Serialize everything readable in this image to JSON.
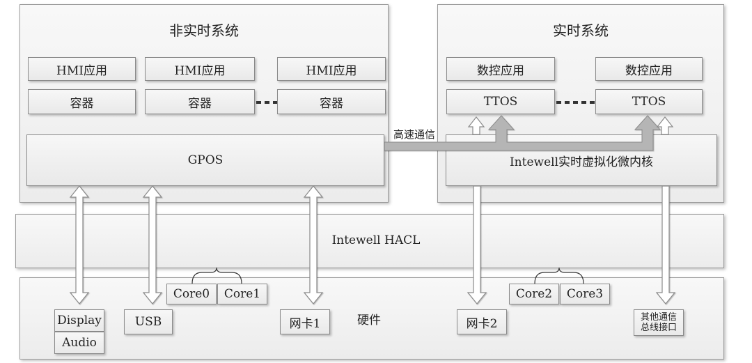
{
  "non_realtime": {
    "title": "非实时系统",
    "hmi": [
      "HMI应用",
      "HMI应用",
      "HMI应用"
    ],
    "containers": [
      "容器",
      "容器",
      "容器"
    ],
    "gpos": "GPOS"
  },
  "realtime": {
    "title": "实时系统",
    "apps": [
      "数控应用",
      "数控应用"
    ],
    "ttos": [
      "TTOS",
      "TTOS"
    ],
    "microkernel": "Intewell实时虚拟化微内核"
  },
  "link_label": "高速通信",
  "hacl": "Intewell HACL",
  "hardware": {
    "title": "硬件",
    "display": "Display",
    "audio": "Audio",
    "usb": "USB",
    "nic1": "网卡1",
    "nic2": "网卡2",
    "cores_left": [
      "Core0",
      "Core1"
    ],
    "cores_right": [
      "Core2",
      "Core3"
    ],
    "other_bus": [
      "其他通信",
      "总线接口"
    ]
  },
  "colors": {
    "arrow_fill": "#b5b5b5",
    "arrow_hollow": "#ffffff",
    "stroke": "#8a8a8a"
  }
}
